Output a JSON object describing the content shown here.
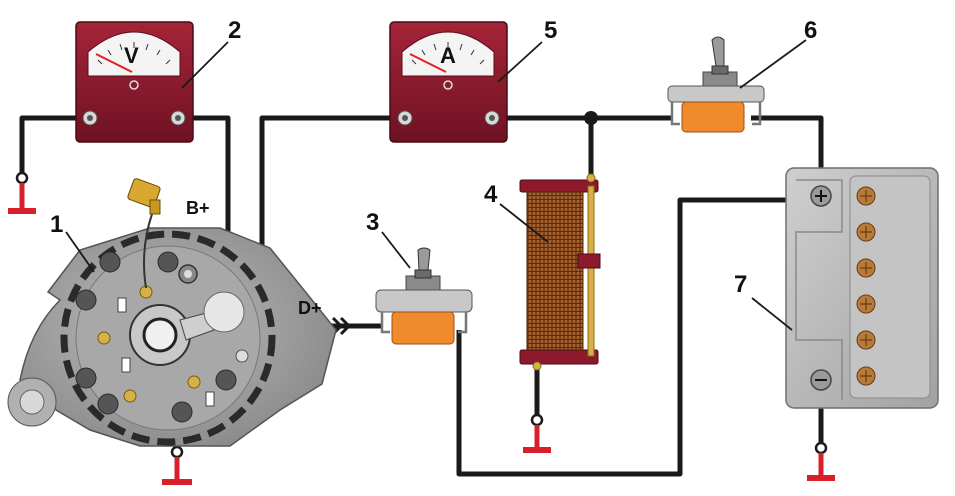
{
  "labels": {
    "alternator": "1",
    "voltmeter": "2",
    "switch_d": "3",
    "rheostat": "4",
    "ammeter": "5",
    "switch_main": "6",
    "battery": "7"
  },
  "terminals": {
    "b_plus": "B+",
    "d_plus": "D+"
  },
  "meters": {
    "voltmeter_symbol": "V",
    "ammeter_symbol": "A"
  },
  "colors": {
    "wire": "#1a1a1a",
    "meter_body": "#8c1a2c",
    "ground": "#d8202a",
    "switch_base": "#f08a2c",
    "coil": "#8b4a1e",
    "battery": "#b8b8b8",
    "alternator": "#a0a0a0"
  }
}
